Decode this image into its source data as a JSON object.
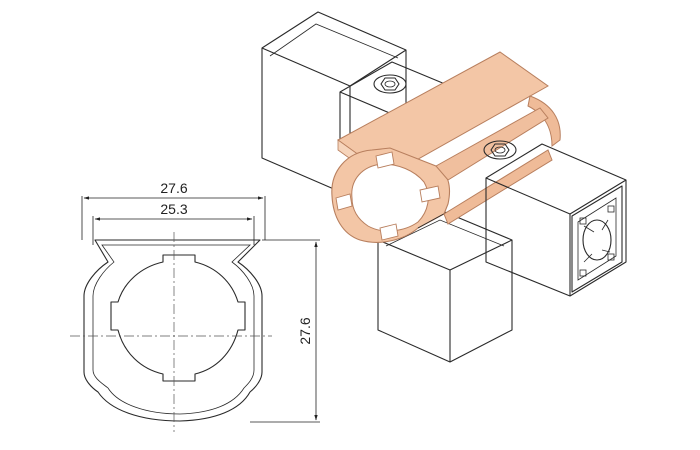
{
  "drawing": {
    "dimensions": {
      "overall_width": "27.6",
      "inner_width": "25.3",
      "overall_height": "27.6"
    },
    "colors": {
      "profile_highlight": "#f3c6a6",
      "profile_highlight_edge": "#b87f5e",
      "outline": "#2a2a2a",
      "background": "#ffffff"
    }
  }
}
